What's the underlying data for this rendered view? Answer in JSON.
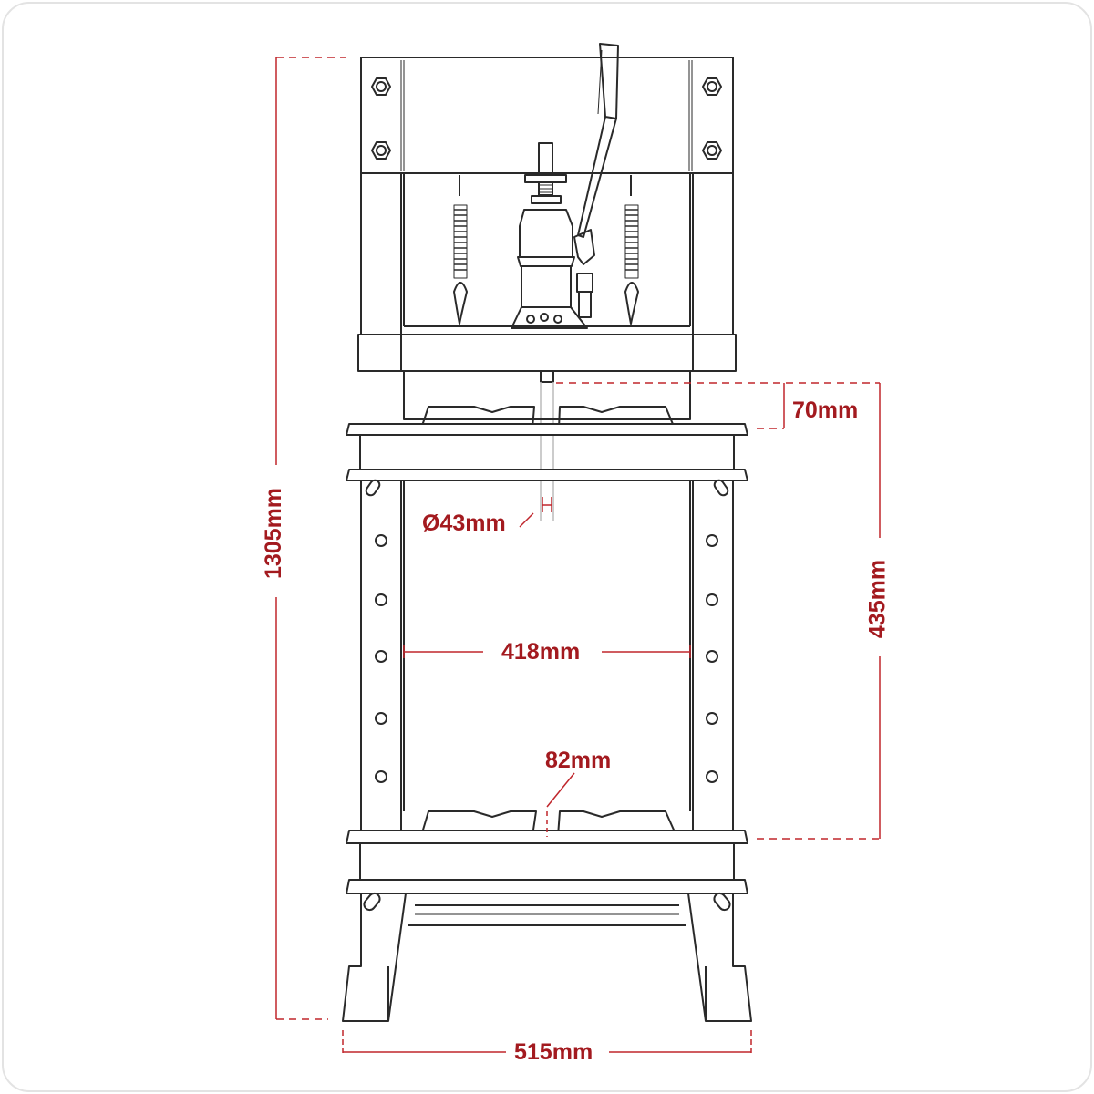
{
  "title": "Hydraulic press dimensions diagram",
  "colors": {
    "dimension": "#a31a1f",
    "outline": "#2a2a2a",
    "border": "#e3e3e3",
    "background": "#ffffff"
  },
  "dimensions": {
    "overall_height": "1305mm",
    "overall_width": "515mm",
    "inner_width": "418mm",
    "max_working_height": "435mm",
    "ram_stroke": "70mm",
    "ram_diameter": "Ø43mm",
    "bed_gap": "82mm"
  },
  "components": [
    "top-crossbeam",
    "bottle-jack",
    "pump-handle",
    "return-springs",
    "upper-bed-plate",
    "press-blocks",
    "side-uprights",
    "lower-bed-plate",
    "feet"
  ]
}
